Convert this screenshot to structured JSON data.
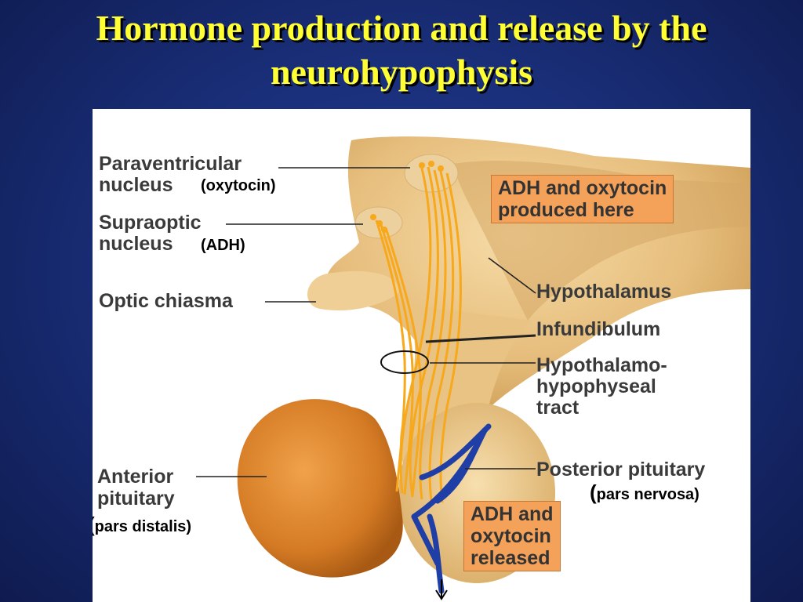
{
  "slide": {
    "title": "Hormone production and release by the neurohypophysis"
  },
  "diagram": {
    "labels": {
      "paraventricular_line1": "Paraventricular",
      "paraventricular_line2": "nucleus",
      "paraventricular_hormone": "(oxytocin)",
      "supraoptic_line1": "Supraoptic",
      "supraoptic_line2": "nucleus",
      "supraoptic_hormone": "(ADH)",
      "optic_chiasma": "Optic chiasma",
      "hypothalamus": "Hypothalamus",
      "infundibulum": "Infundibulum",
      "tract_line1": "Hypothalamo-",
      "tract_line2": "hypophyseal",
      "tract_line3": "tract",
      "posterior_pituitary": "Posterior pituitary",
      "posterior_subtitle_paren": "(",
      "posterior_subtitle": "pars nervosa)",
      "anterior_line1": "Anterior",
      "anterior_line2": "pituitary",
      "anterior_subtitle_paren": "(",
      "anterior_subtitle": "pars distalis)"
    },
    "callouts": {
      "produced_line1": "ADH and oxytocin",
      "produced_line2": "produced here",
      "released_line1": "ADH and",
      "released_line2": "oxytocin",
      "released_line3": "released"
    },
    "colors": {
      "background": "#1a2f7a",
      "title": "#ffff33",
      "tissue": "#e8c384",
      "anterior": "#d9822b",
      "fibers": "#f7a81b",
      "vessel": "#1f3fa6",
      "callout": "#f4a25a"
    }
  }
}
